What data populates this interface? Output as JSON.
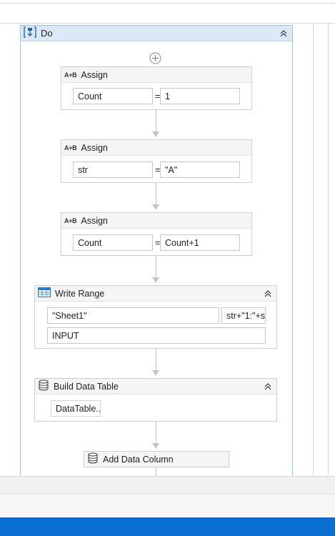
{
  "do": {
    "title": "Do"
  },
  "assign1": {
    "title": "Assign",
    "to": "Count",
    "value": "1"
  },
  "assign2": {
    "title": "Assign",
    "to": "str",
    "value": "\"A\""
  },
  "assign3": {
    "title": "Assign",
    "to": "Count",
    "value": "Count+1"
  },
  "write_range": {
    "title": "Write Range",
    "sheet": "\"Sheet1\"",
    "range": "str+\"1:\"+s",
    "data": "INPUT"
  },
  "build_table": {
    "title": "Build Data Table",
    "button": "DataTable..."
  },
  "add_column": {
    "title": "Add Data Column"
  },
  "icons": {
    "assign": "A+B",
    "add": "add-circle-icon"
  },
  "colors": {
    "accent": "#0a6fd0",
    "do_header": "#dbe9f7"
  }
}
